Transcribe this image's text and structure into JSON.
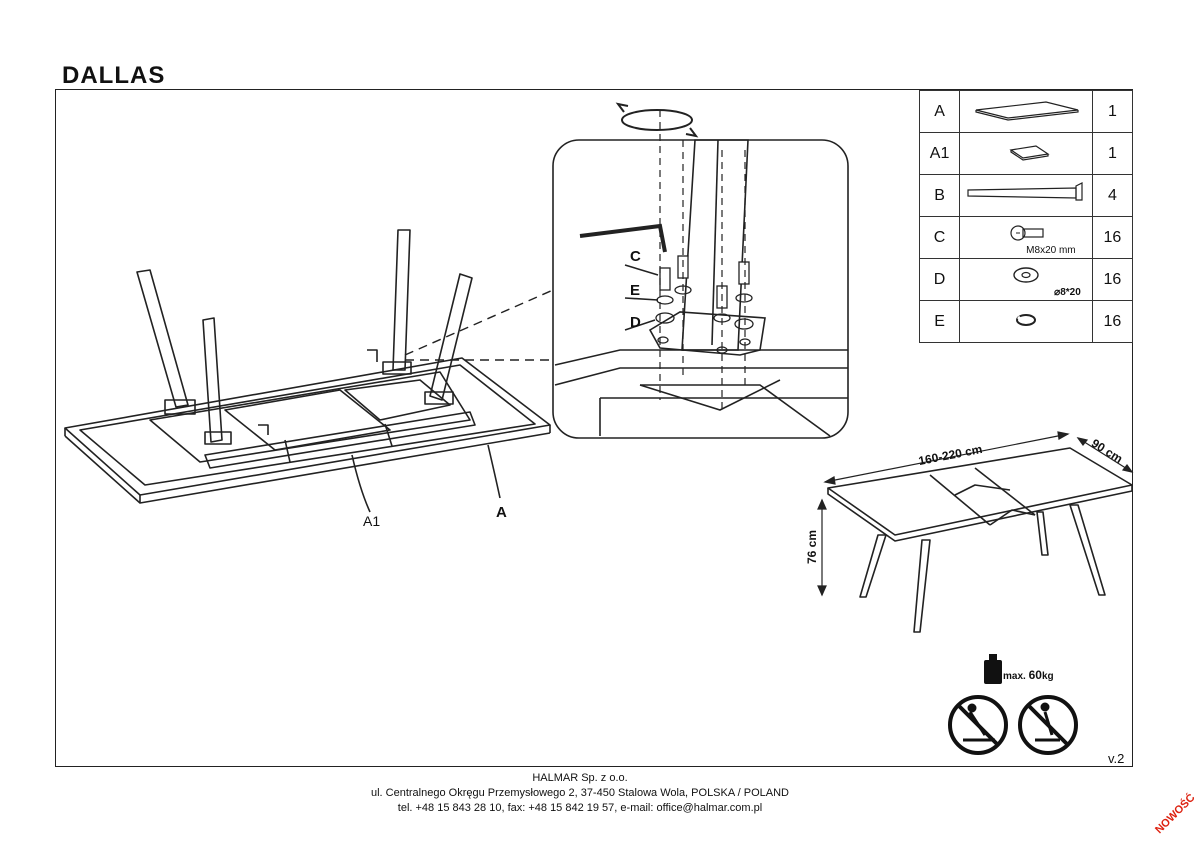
{
  "title": "DALLAS",
  "version": "v.2",
  "badge": "NOWOŚĆ",
  "parts": [
    {
      "key": "A",
      "qty": "1",
      "spec": ""
    },
    {
      "key": "A1",
      "qty": "1",
      "spec": ""
    },
    {
      "key": "B",
      "qty": "4",
      "spec": ""
    },
    {
      "key": "C",
      "qty": "16",
      "spec": "M8x20 mm"
    },
    {
      "key": "D",
      "qty": "16",
      "spec": "⌀8*20"
    },
    {
      "key": "E",
      "qty": "16",
      "spec": ""
    }
  ],
  "diagram_labels": {
    "c": "C",
    "e": "E",
    "d": "D",
    "a": "A",
    "a1": "A1"
  },
  "dimensions": {
    "length": "160-220 cm",
    "width": "90 cm",
    "height": "76 cm"
  },
  "max_load": {
    "prefix": "max.",
    "value": "60",
    "unit": "kg"
  },
  "footer": {
    "company": "HALMAR Sp. z o.o.",
    "address": "ul. Centralnego Okręgu Przemysłowego 2, 37-450 Stalowa Wola, POLSKA / POLAND",
    "contact": "tel. +48 15 843 28 10, fax: +48 15 842 19 57, e-mail: office@halmar.com.pl"
  }
}
